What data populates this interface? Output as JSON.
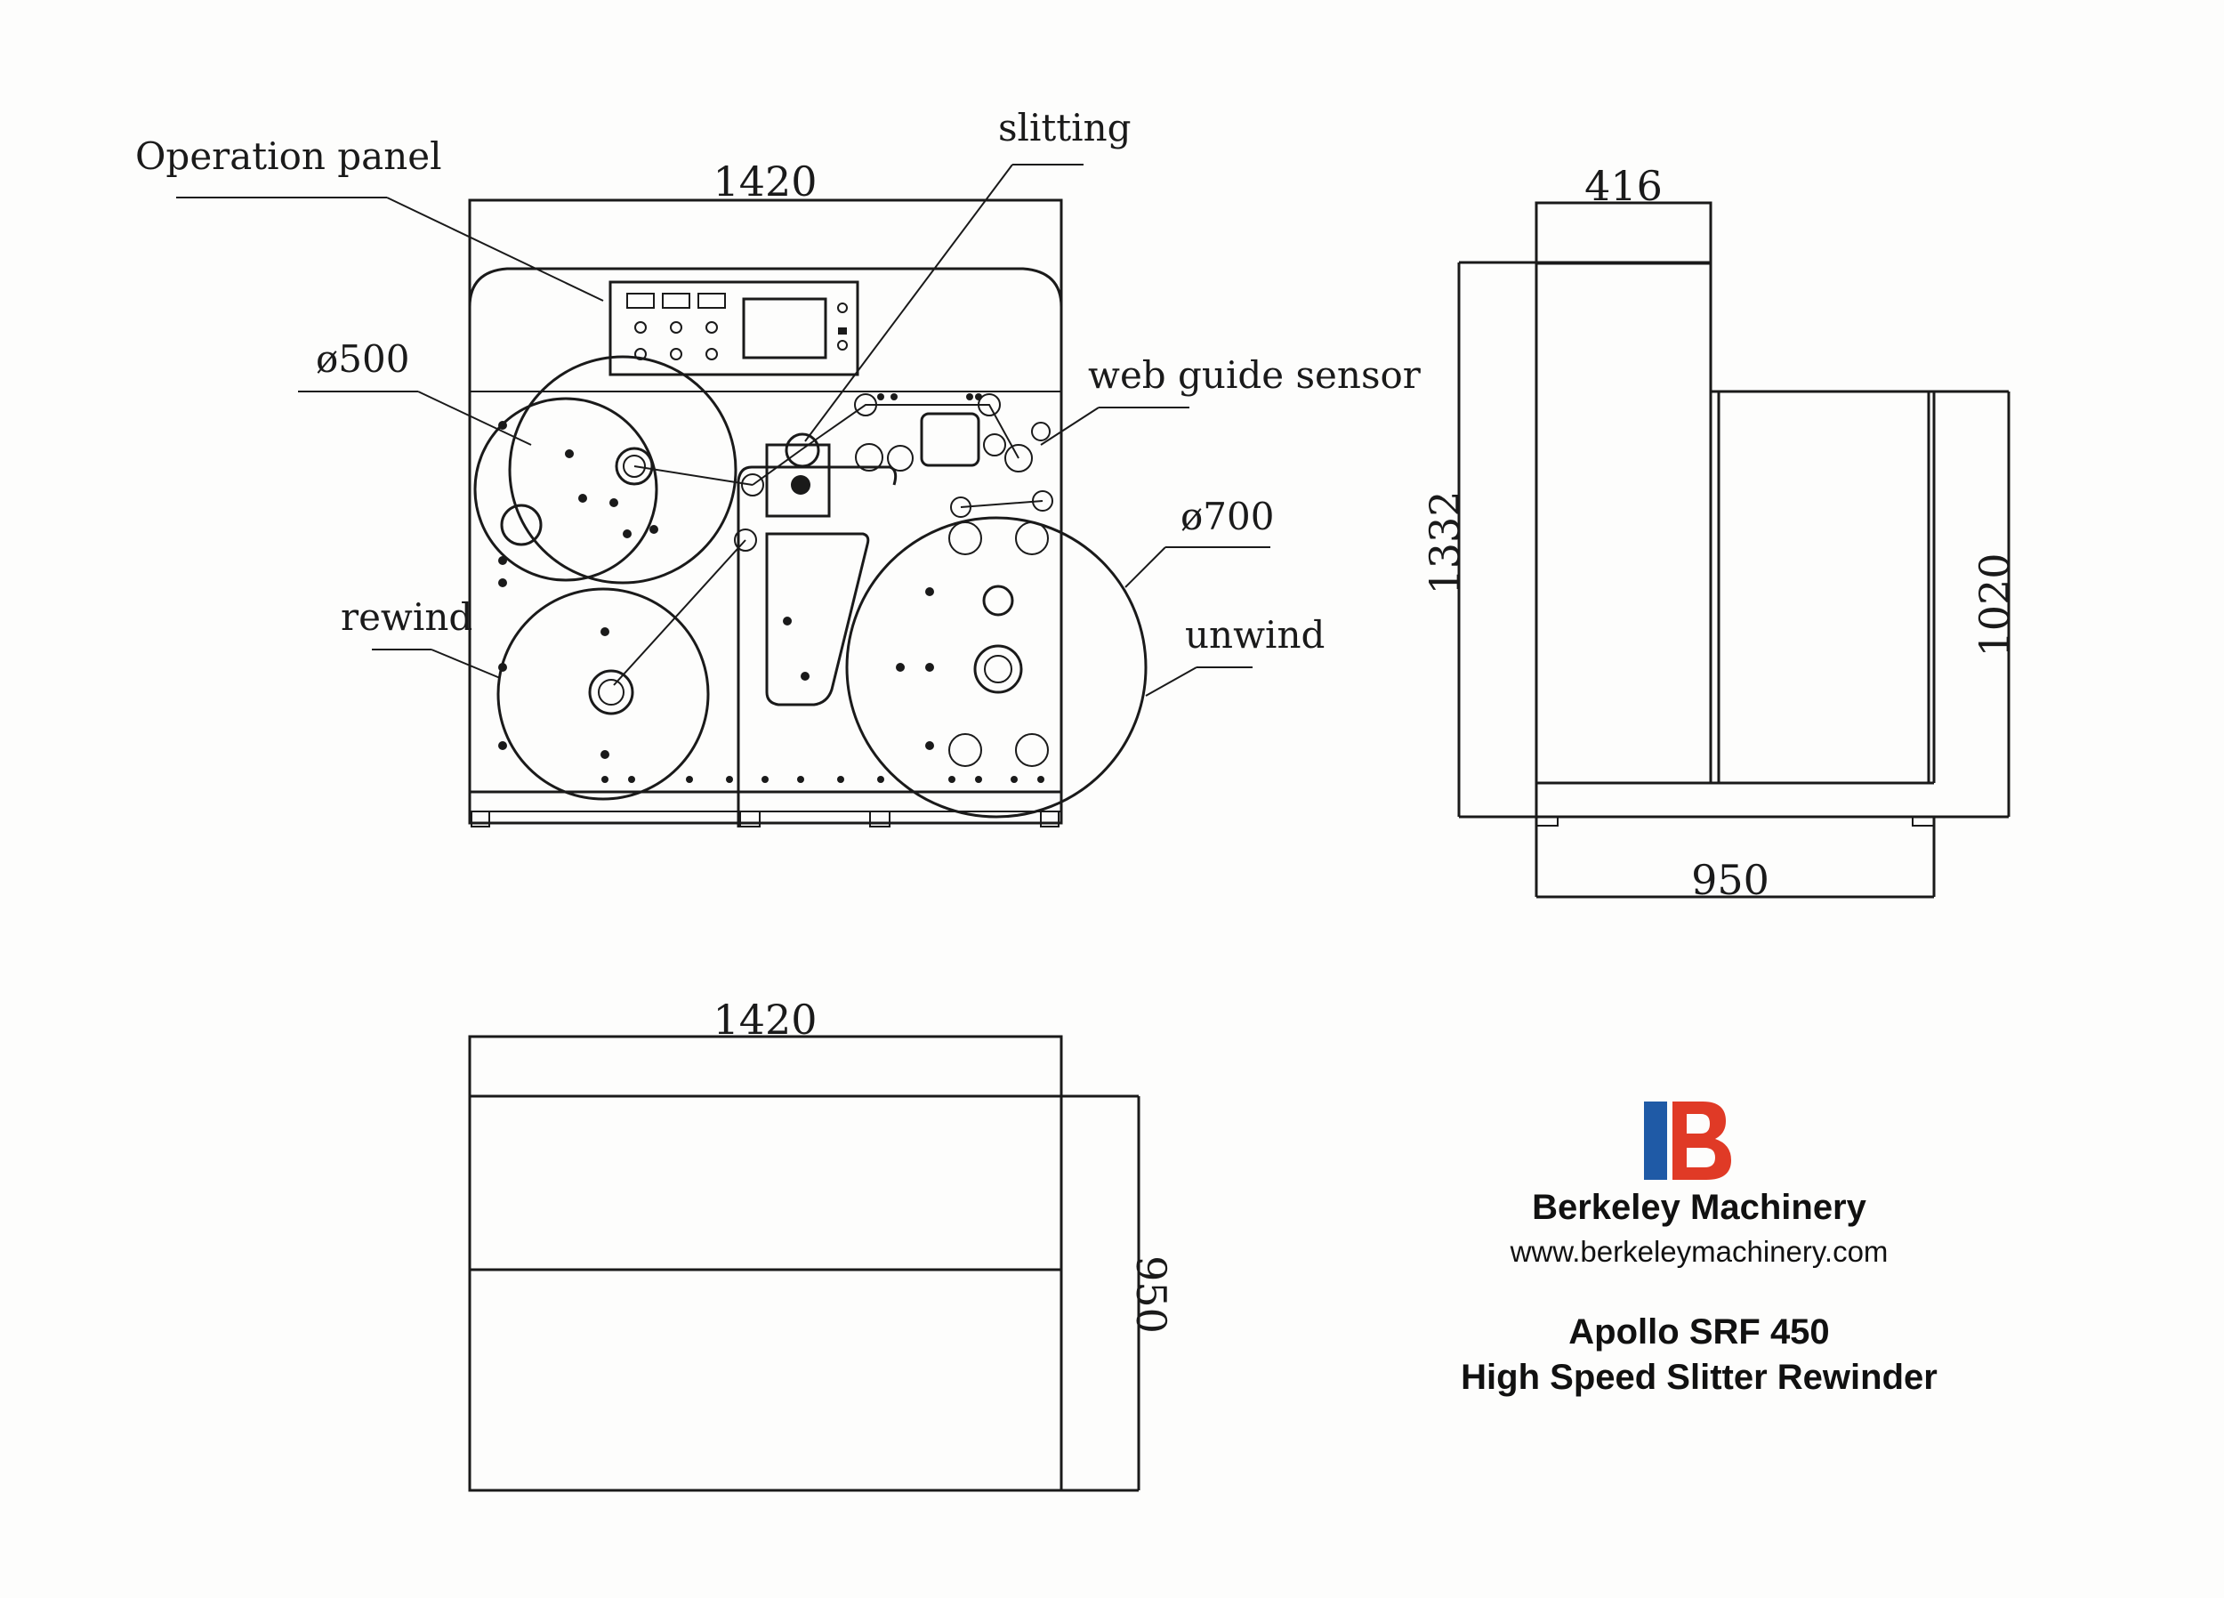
{
  "front_view": {
    "width_dim": "1420",
    "callouts": {
      "operation_panel": "Operation panel",
      "slitting": "slitting",
      "rewind_diameter": "ø500",
      "web_guide_sensor": "web guide sensor",
      "unwind_diameter": "ø700",
      "rewind": "rewind",
      "unwind": "unwind"
    }
  },
  "side_view": {
    "top_depth_dim": "416",
    "height_dim": "1332",
    "inner_height_dim": "1020",
    "depth_dim": "950"
  },
  "top_view": {
    "width_dim": "1420",
    "depth_dim": "950"
  },
  "branding": {
    "company": "Berkeley Machinery",
    "website": "www.berkeleymachinery.com",
    "model": "Apollo SRF 450",
    "description": "High Speed Slitter Rewinder",
    "logo_colors": {
      "left_bar": "#1f5aa6",
      "right_b": "#e03a26"
    }
  }
}
